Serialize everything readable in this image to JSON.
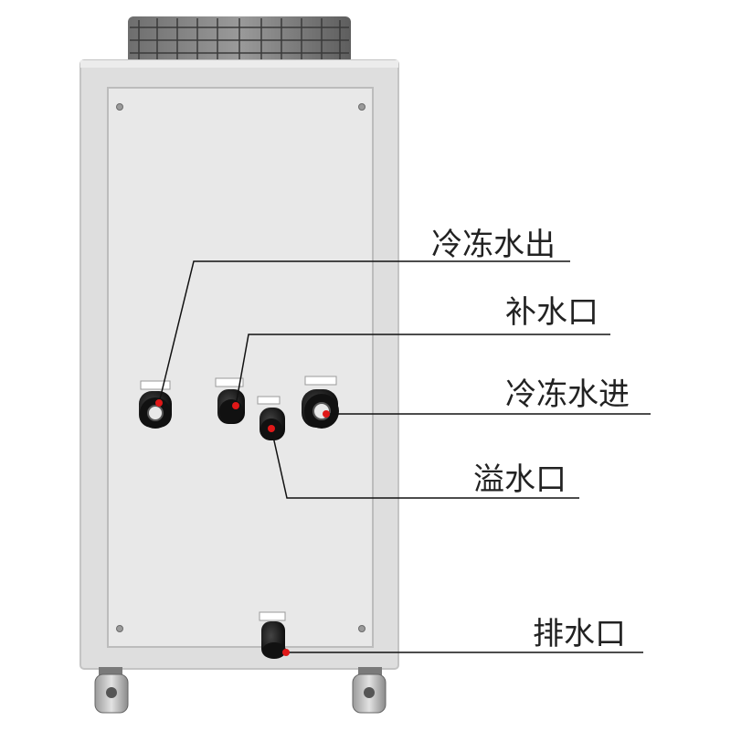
{
  "callouts": [
    {
      "label": "冷冻水出"
    },
    {
      "label": "补水口"
    },
    {
      "label": "冷冻水进"
    },
    {
      "label": "溢水口"
    },
    {
      "label": "排水口"
    }
  ],
  "colors": {
    "panel": "#e6e6e6",
    "panel_edge": "#cfcfcf",
    "cabinet": "#dcdcdc",
    "pipe": "#1a1a1a",
    "marker": "#e01818",
    "line": "#111111"
  }
}
